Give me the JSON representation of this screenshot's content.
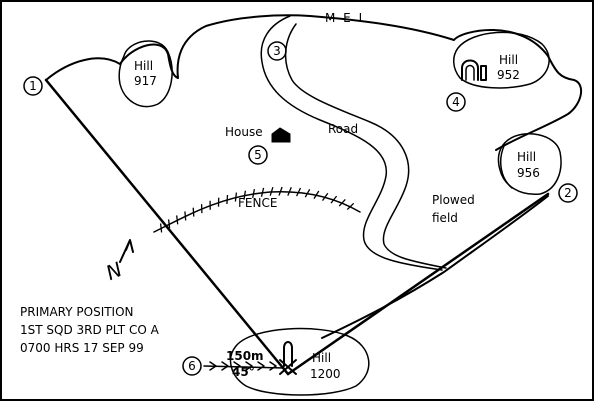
{
  "labels": {
    "mel": "M E L",
    "road": "Road",
    "house": "House",
    "fence": "FENCE",
    "plowed": "Plowed",
    "field": "field"
  },
  "hills": [
    {
      "name": "Hill",
      "number": "917"
    },
    {
      "name": "Hill",
      "number": "952"
    },
    {
      "name": "Hill",
      "number": "956"
    },
    {
      "name": "Hill",
      "number": "1200"
    }
  ],
  "points": [
    "1",
    "2",
    "3",
    "4",
    "5",
    "6"
  ],
  "range": {
    "distance": "150m",
    "azimuth": "45°"
  },
  "north": {
    "symbol": "N"
  },
  "caption": {
    "line1": "PRIMARY POSITION",
    "line2": "1ST SQD 3RD PLT CO A",
    "line3": "0700 HRS 17 SEP 99"
  },
  "colors": {
    "ink": "#000000",
    "paper": "#ffffff"
  }
}
